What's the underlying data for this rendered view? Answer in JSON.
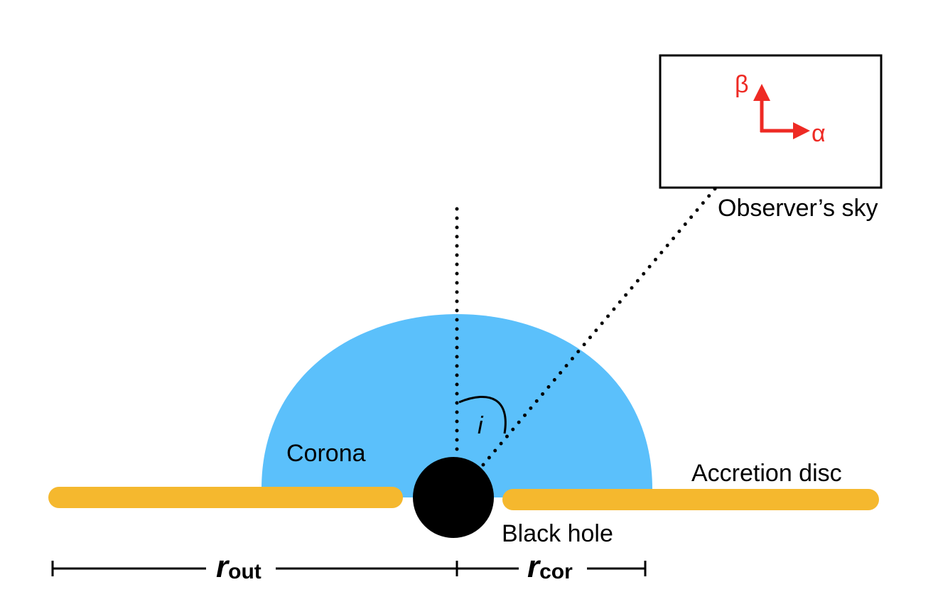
{
  "labels": {
    "corona": "Corona",
    "accretion_disc": "Accretion disc",
    "black_hole": "Black hole",
    "observers_sky": "Observer’s sky",
    "inclination": "i",
    "beta": "β",
    "alpha": "α",
    "r_out_main": "r",
    "r_out_sub": "out",
    "r_cor_main": "r",
    "r_cor_sub": "cor"
  },
  "colors": {
    "corona": "#5bc0fb",
    "disc": "#f5b82e",
    "black_hole": "#000000",
    "axes": "#ee2a24"
  }
}
